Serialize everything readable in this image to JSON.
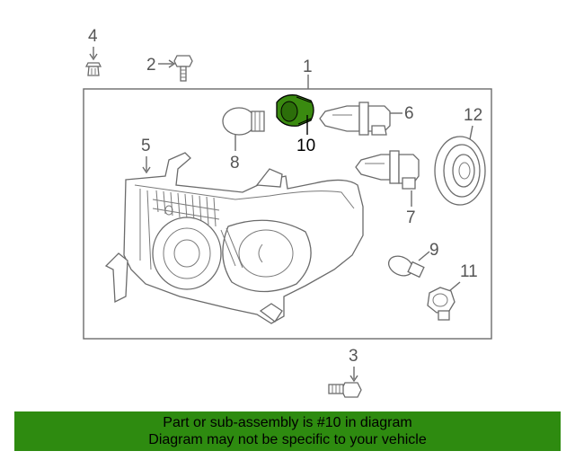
{
  "callouts": {
    "c1": "1",
    "c2": "2",
    "c3": "3",
    "c4": "4",
    "c5": "5",
    "c6": "6",
    "c7": "7",
    "c8": "8",
    "c9": "9",
    "c10": "10",
    "c11": "11",
    "c12": "12"
  },
  "highlight_color": "#3a8a10",
  "banner": {
    "line1": "Part or sub-assembly is #10 in diagram",
    "line2": "Diagram may not be specific to your vehicle",
    "background": "#2e8b10"
  }
}
